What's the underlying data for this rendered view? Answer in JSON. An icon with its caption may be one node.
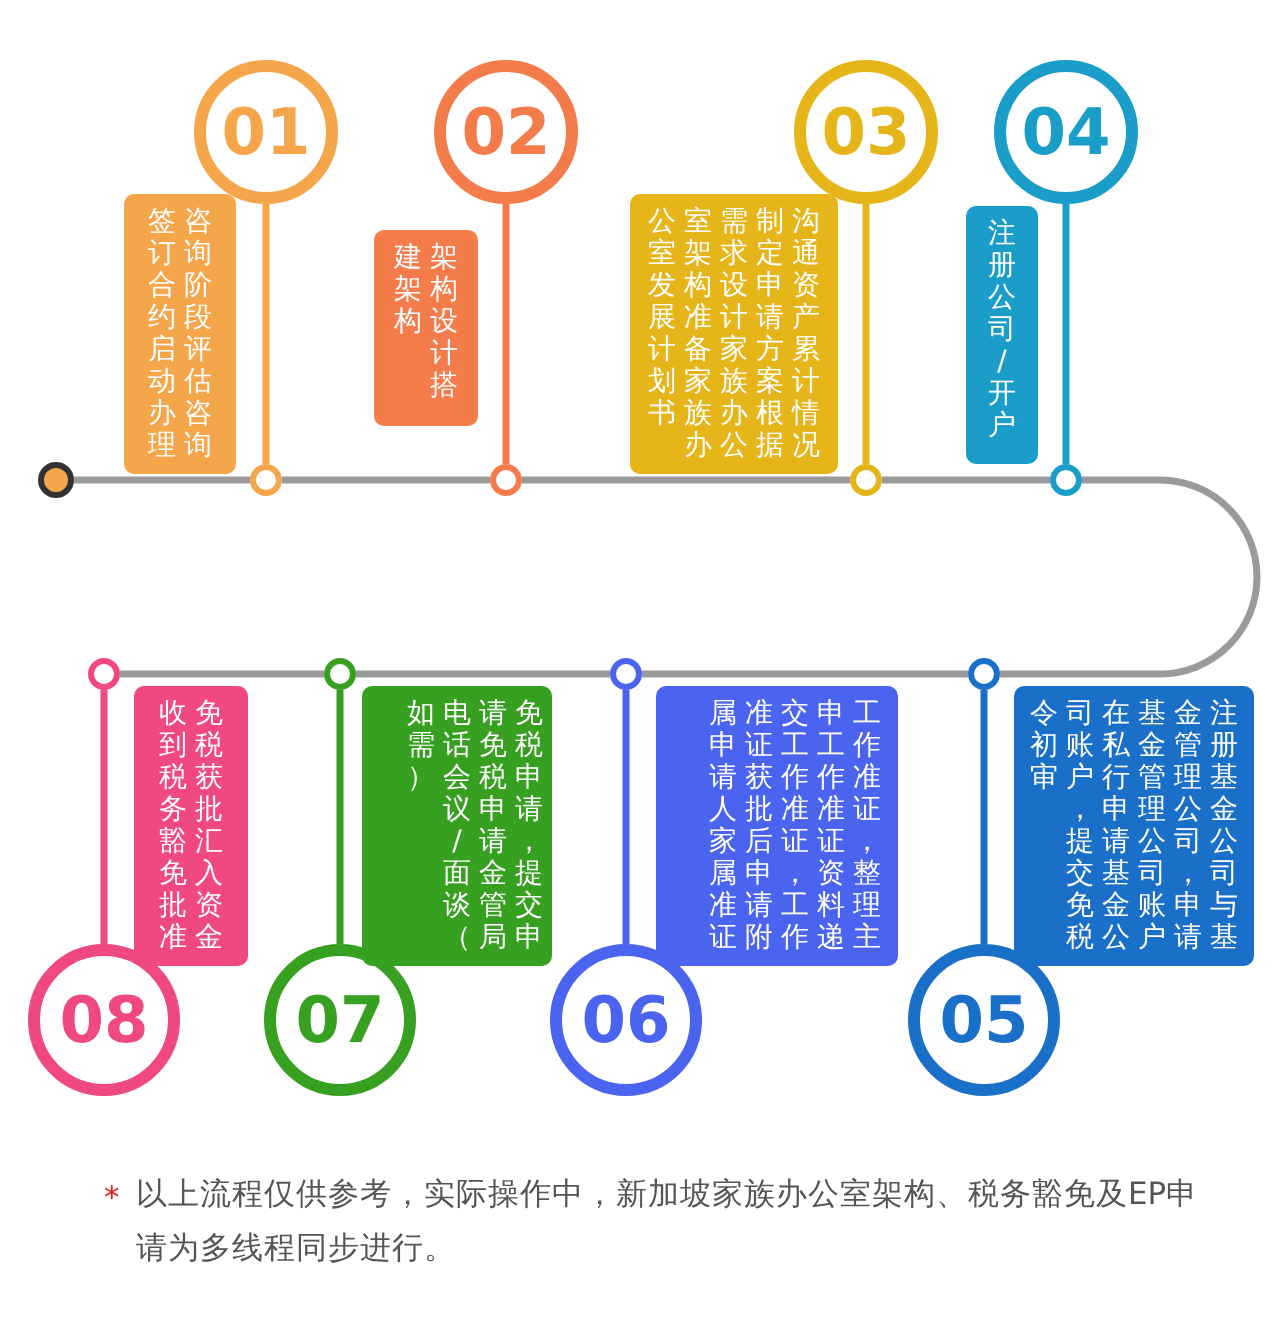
{
  "diagram": {
    "nodes": [
      {
        "text": [],
        "shape": "circle"
      },
      {
        "text": [
          "01"
        ]
      },
      {
        "text": [
          "咨询阶段评估咨询签订合约启动办理"
        ]
      },
      {
        "text": [],
        "shape": "circle"
      },
      {
        "text": [
          "02"
        ]
      },
      {
        "text": [
          "架构设计搭建架构"
        ]
      },
      {
        "text": [],
        "shape": "circle"
      },
      {
        "text": [
          "03"
        ]
      },
      {
        "text": [
          "沟通资产累计情况制定申请方案根据需求设计家族办公室架构准备家族办公室发展计划书"
        ]
      },
      {
        "text": [],
        "shape": "circle"
      },
      {
        "text": [
          "04"
        ]
      },
      {
        "text": [
          "注册公司/开户"
        ]
      },
      {
        "text": [],
        "shape": "circle"
      },
      {
        "text": [
          "05"
        ]
      },
      {
        "text": [
          "注册基金公司与基金管理公司，申请基金管理公司账户在私行申请基金公司账户，提交免税令初审"
        ]
      },
      {
        "text": [],
        "shape": "circle"
      },
      {
        "text": [
          "06"
        ]
      },
      {
        "text": [
          "工作准证，整理主申工作准证资料递交工作准证，工作准证获批后申请附属申请人家属准证"
        ]
      },
      {
        "text": [],
        "shape": "circle"
      },
      {
        "text": [
          "07"
        ]
      },
      {
        "text": [
          "免税申请，提交申请免税申请金管局电话会议/面谈（如需）"
        ]
      },
      {
        "text": [],
        "shape": "circle"
      },
      {
        "text": [
          "08"
        ]
      },
      {
        "text": [
          "免税获批汇入资金收到税务豁免批准"
        ]
      },
      {
        "text": [],
        "shape": "circle"
      }
    ],
    "edges": [
      {
        "from": 0,
        "to": 3,
        "arrow": "none"
      },
      {
        "from": 3,
        "to": 6,
        "arrow": "none"
      },
      {
        "from": 6,
        "to": 9,
        "arrow": "none"
      },
      {
        "from": 9,
        "to": 12,
        "arrow": "none"
      },
      {
        "from": 12,
        "to": 15,
        "arrow": "none"
      },
      {
        "from": 15,
        "to": 18,
        "arrow": "none"
      },
      {
        "from": 18,
        "to": 21,
        "arrow": "none"
      },
      {
        "from": 21,
        "to": 24,
        "arrow": "none"
      },
      {
        "from": 1,
        "to": 3,
        "arrow": "none",
        "color": "#f5a54a"
      },
      {
        "from": 4,
        "to": 6,
        "arrow": "none",
        "color": "#f47b4a"
      },
      {
        "from": 7,
        "to": 9,
        "arrow": "none",
        "color": "#e6b51a"
      },
      {
        "from": 10,
        "to": 12,
        "arrow": "none",
        "color": "#1a9dc8"
      },
      {
        "from": 13,
        "to": 15,
        "arrow": "none",
        "color": "#1a70c8"
      },
      {
        "from": 16,
        "to": 18,
        "arrow": "none",
        "color": "#4a64f0"
      },
      {
        "from": 19,
        "to": 21,
        "arrow": "none",
        "color": "#38a020"
      },
      {
        "from": 22,
        "to": 24,
        "arrow": "none",
        "color": "#f04880"
      }
    ],
    "labels": [
      "*",
      "以上流程仅供参考，实际操作中，新加坡家族办公室架构、税务豁免及EP申请为多线程同步进行。"
    ]
  }
}
